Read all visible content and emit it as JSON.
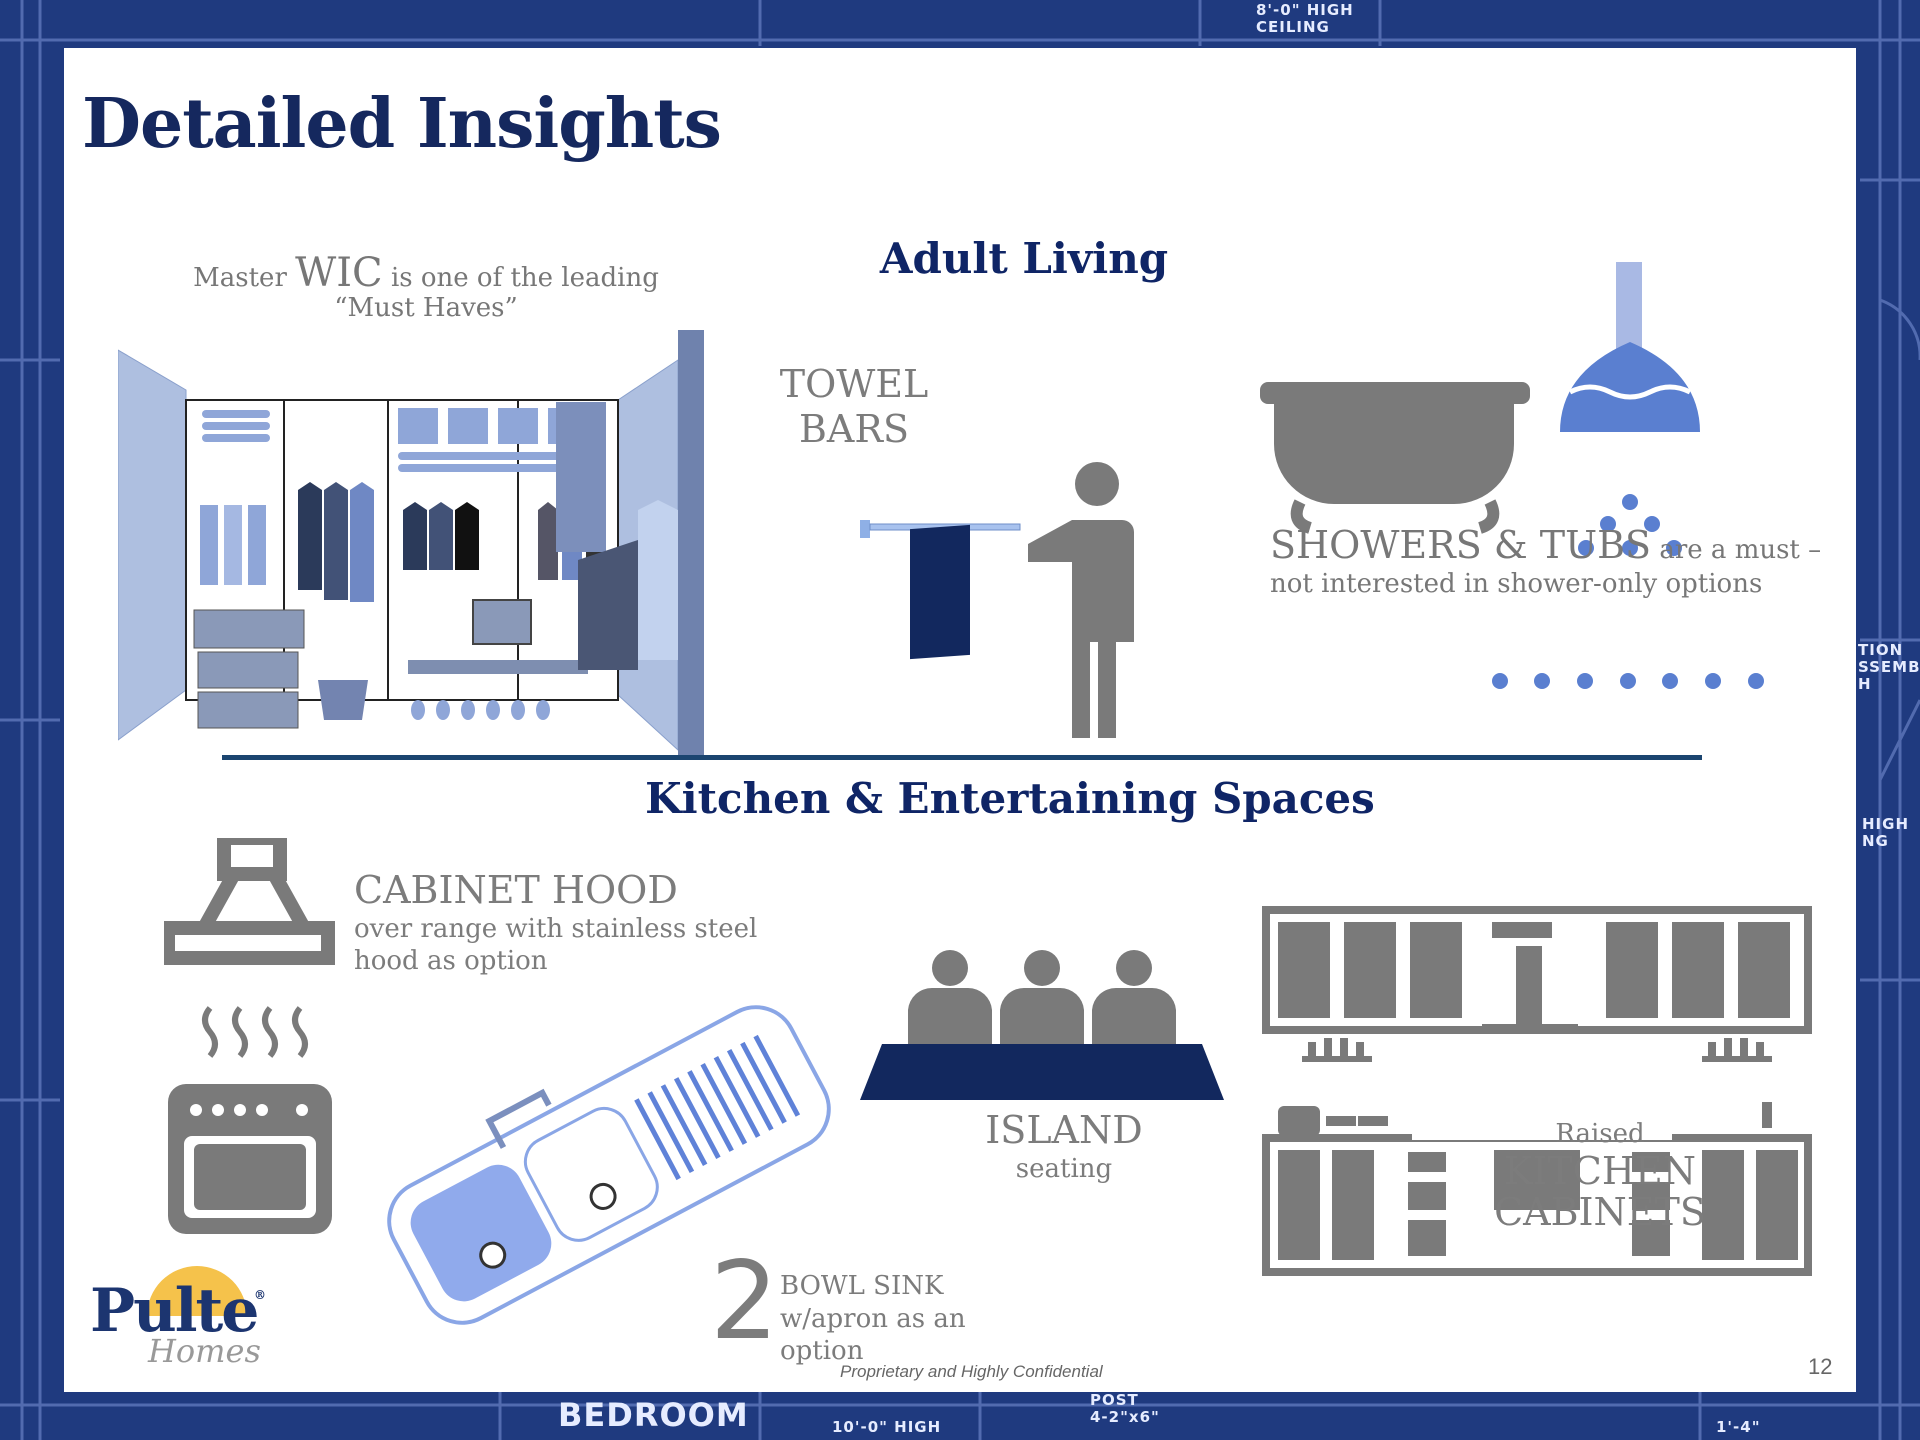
{
  "slide": {
    "title": "Detailed Insights",
    "page_number": "12",
    "footer": "Proprietary and Highly Confidential"
  },
  "background_labels": {
    "ceiling": [
      "8'-0\" HIGH",
      "CEILING"
    ],
    "bedroom": "BEDROOM",
    "height_note": "10'-0\" HIGH",
    "post": [
      "POST",
      "4-2\"x6\""
    ],
    "right_side": [
      "TION",
      "SSEMBL",
      "H",
      "HIGH",
      "NG"
    ],
    "bottom_right": "1'-4\""
  },
  "adult_living": {
    "heading": "Adult Living",
    "wic": {
      "prefix": "Master",
      "emphasis": "WIC",
      "suffix": "is one of the leading",
      "line2": "“Must Haves”"
    },
    "towel": {
      "line1": "TOWEL",
      "line2": "BARS"
    },
    "showers": {
      "emphasis": "SHOWERS & TUBS",
      "suffix": "are a must –",
      "line2": "not interested in shower-only options"
    }
  },
  "kitchen": {
    "heading": "Kitchen & Entertaining Spaces",
    "hood": {
      "title": "CABINET HOOD",
      "line1": "over range with stainless steel",
      "line2": "hood as option"
    },
    "sink": {
      "number": "2",
      "line1": "BOWL SINK",
      "line2": "w/apron as an",
      "line3": "option"
    },
    "island": {
      "title": "ISLAND",
      "subtitle": "seating"
    },
    "cabinets": {
      "line1": "Raised",
      "line2": "KITCHEN",
      "line3": "CABINETS"
    }
  },
  "logo": {
    "brand": "Pulte",
    "sub": "Homes",
    "mark": "®"
  },
  "colors": {
    "blueprint": "#1f3a7f",
    "navy": "#15285e",
    "gray": "#7c7c7c",
    "accent_blue": "#5a7fd0"
  }
}
